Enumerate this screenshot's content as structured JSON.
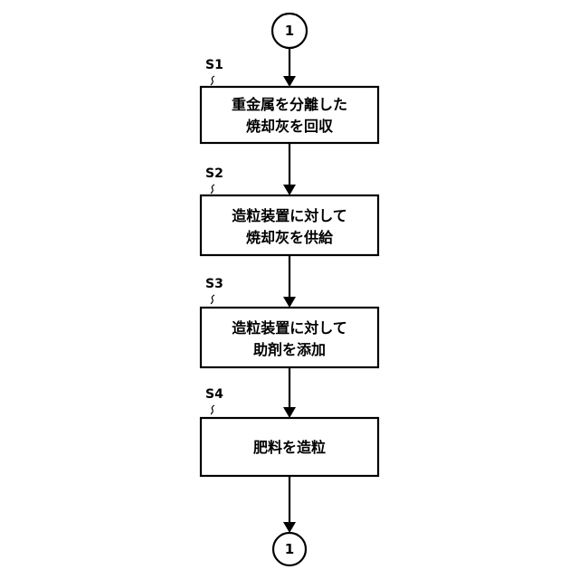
{
  "connectors": {
    "start": "1",
    "end": "1"
  },
  "steps": [
    {
      "label": "S1",
      "lines": [
        "重金属を分離した",
        "焼却灰を回収"
      ]
    },
    {
      "label": "S2",
      "lines": [
        "造粒装置に対して",
        "焼却灰を供給"
      ]
    },
    {
      "label": "S3",
      "lines": [
        "造粒装置に対して",
        "助剤を添加"
      ]
    },
    {
      "label": "S4",
      "lines": [
        "肥料を造粒"
      ]
    }
  ]
}
